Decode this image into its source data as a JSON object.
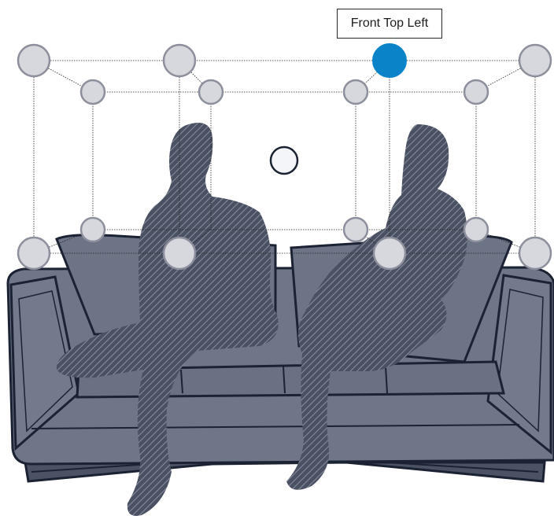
{
  "tooltip": {
    "label": "Front Top Left"
  },
  "colors": {
    "sofa_fill": "#6f7688",
    "sofa_dark": "#5c6375",
    "sofa_outline": "#1b2233",
    "silhouette": "#4a5163",
    "handle_fill": "#d7d8de",
    "handle_stroke": "#8d909c",
    "handle_active": "#0a83c8",
    "guide_line": "#222222"
  },
  "handles": [
    {
      "name": "back-top-left-corner-handle",
      "state": "inactive"
    },
    {
      "name": "back-top-mid-left-handle",
      "state": "inactive"
    },
    {
      "name": "front-top-left-handle",
      "state": "active"
    },
    {
      "name": "back-top-right-corner-handle",
      "state": "inactive"
    },
    {
      "name": "front-top-left-inner-handle",
      "state": "inactive"
    },
    {
      "name": "front-top-mid-left-handle",
      "state": "inactive"
    },
    {
      "name": "front-top-mid-right-handle",
      "state": "inactive"
    },
    {
      "name": "front-top-right-inner-handle",
      "state": "inactive"
    },
    {
      "name": "center-handle",
      "state": "center"
    },
    {
      "name": "back-bottom-left-inner-handle",
      "state": "inactive"
    },
    {
      "name": "back-bottom-right-inner-handle",
      "state": "inactive"
    },
    {
      "name": "back-bottom-mid-right-handle",
      "state": "inactive"
    },
    {
      "name": "bottom-left-corner-handle",
      "state": "inactive"
    },
    {
      "name": "bottom-mid-left-handle",
      "state": "inactive"
    },
    {
      "name": "bottom-mid-right-handle",
      "state": "inactive"
    },
    {
      "name": "bottom-right-corner-handle",
      "state": "inactive"
    }
  ]
}
